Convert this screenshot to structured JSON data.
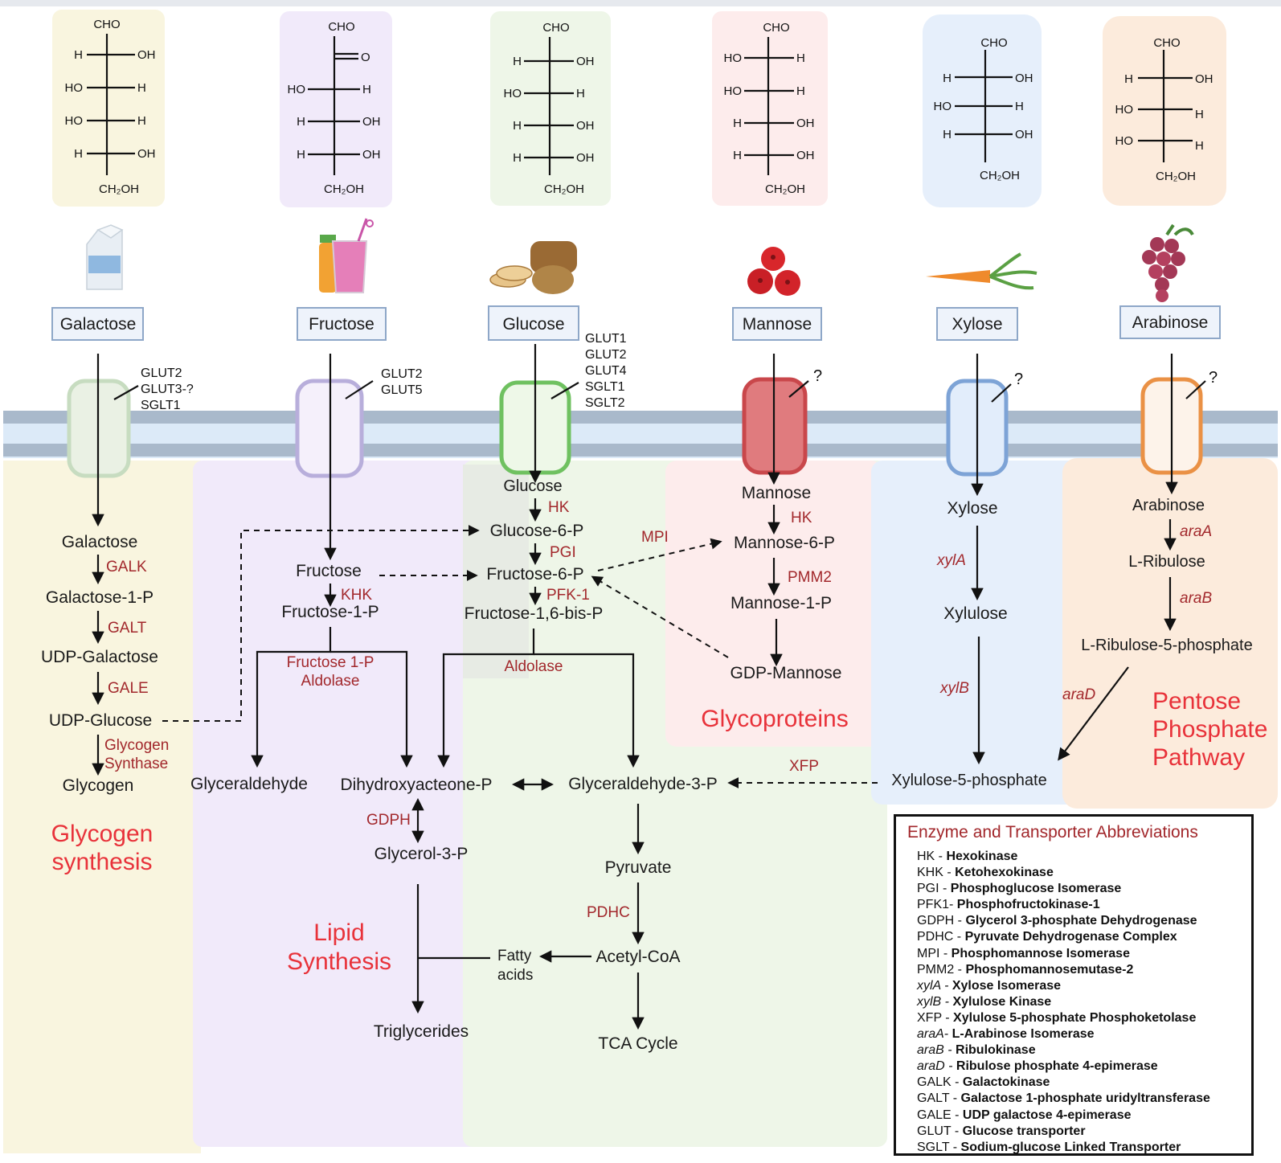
{
  "colors": {
    "galactose": "#f9f5df",
    "fructose": "#f1eafa",
    "glucose": "#eef6e8",
    "mannose": "#fdecec",
    "xylose": "#e6effb",
    "arabinose": "#fcebdc",
    "membrane": "#a9b9cb",
    "membrane_inner": "#dceaf8",
    "enzyme_text": "#a2282c",
    "pathway_title": "#e8323a"
  },
  "fischer": [
    {
      "top": "CHO",
      "rows": [
        [
          "H",
          "OH"
        ],
        [
          "HO",
          "H"
        ],
        [
          "HO",
          "H"
        ],
        [
          "H",
          "OH"
        ]
      ],
      "bottom": "CH₂OH"
    },
    {
      "top": "CHO",
      "ketone": "O",
      "rows": [
        [
          "HO",
          "H"
        ],
        [
          "H",
          "OH"
        ],
        [
          "H",
          "OH"
        ]
      ],
      "bottom": "CH₂OH"
    },
    {
      "top": "CHO",
      "rows": [
        [
          "H",
          "OH"
        ],
        [
          "HO",
          "H"
        ],
        [
          "H",
          "OH"
        ],
        [
          "H",
          "OH"
        ]
      ],
      "bottom": "CH₂OH"
    },
    {
      "top": "CHO",
      "rows": [
        [
          "HO",
          "H"
        ],
        [
          "HO",
          "H"
        ],
        [
          "H",
          "OH"
        ],
        [
          "H",
          "OH"
        ]
      ],
      "bottom": "CH₂OH"
    },
    {
      "top": "CHO",
      "rows": [
        [
          "H",
          "OH"
        ],
        [
          "HO",
          "H"
        ],
        [
          "H",
          "OH"
        ]
      ],
      "bottom": "CH₂OH"
    },
    {
      "top": "CHO",
      "rows": [
        [
          "H",
          "OH"
        ],
        [
          "HO",
          "H"
        ],
        [
          "HO",
          "H"
        ]
      ],
      "bottom": "CH₂OH"
    }
  ],
  "sugars": [
    "Galactose",
    "Fructose",
    "Glucose",
    "Mannose",
    "Xylose",
    "Arabinose"
  ],
  "food_icons": [
    "milk-carton-icon",
    "juice-icon",
    "bread-potato-icon",
    "cranberry-icon",
    "carrot-icon",
    "grape-icon"
  ],
  "transporters": {
    "galactose": [
      "GLUT2",
      "GLUT3-?",
      "SGLT1"
    ],
    "fructose": [
      "GLUT2",
      "GLUT5"
    ],
    "glucose": [
      "GLUT1",
      "GLUT2",
      "GLUT4",
      "SGLT1",
      "SGLT2"
    ],
    "unknown": "?"
  },
  "galactose_path": {
    "metabolites": [
      "Galactose",
      "Galactose-1-P",
      "UDP-Galactose",
      "UDP-Glucose",
      "Glycogen"
    ],
    "enzymes": [
      "GALK",
      "GALT",
      "GALE",
      "Glycogen",
      "Synthase"
    ],
    "title_line1": "Glycogen",
    "title_line2": "synthesis"
  },
  "fructose_path": {
    "metabolites": [
      "Fructose",
      "Fructose-1-P",
      "Glyceraldehyde"
    ],
    "enzymes": [
      "KHK",
      "Fructose 1-P",
      "Aldolase"
    ]
  },
  "glucose_path": {
    "metabolites": [
      "Glucose",
      "Glucose-6-P",
      "Fructose-6-P",
      "Fructose-1,6-bis-P"
    ],
    "enzymes": [
      "HK",
      "PGI",
      "PFK-1",
      "Aldolase"
    ]
  },
  "lipid_path": {
    "metabolites": [
      "Dihydroxyacteone-P",
      "Glycerol-3-P",
      "Triglycerides",
      "Fatty",
      "acids"
    ],
    "enzymes": [
      "GDPH"
    ],
    "title_line1": "Lipid",
    "title_line2": "Synthesis"
  },
  "glycolysis_path": {
    "metabolites": [
      "Glyceraldehyde-3-P",
      "Pyruvate",
      "Acetyl-CoA",
      "TCA Cycle"
    ],
    "enzymes": [
      "PDHC"
    ]
  },
  "mannose_path": {
    "metabolites": [
      "Mannose",
      "Mannose-6-P",
      "Mannose-1-P",
      "GDP-Mannose"
    ],
    "enzymes": [
      "HK",
      "PMM2",
      "MPI"
    ],
    "title": "Glycoproteins"
  },
  "xylose_path": {
    "metabolites": [
      "Xylose",
      "Xylulose",
      "Xylulose-5-phosphate"
    ],
    "enzymes": [
      "xylA",
      "xylB",
      "XFP"
    ]
  },
  "arabinose_path": {
    "metabolites": [
      "Arabinose",
      "L-Ribulose",
      "L-Ribulose-5-phosphate"
    ],
    "enzymes": [
      "araA",
      "araB",
      "araD"
    ],
    "title_line1": "Pentose",
    "title_line2": "Phosphate",
    "title_line3": "Pathway"
  },
  "legend": {
    "title": "Enzyme and Transporter Abbreviations",
    "entries": [
      {
        "abbr": "HK - ",
        "full": "Hexokinase"
      },
      {
        "abbr": "KHK - ",
        "full": "Ketohexokinase"
      },
      {
        "abbr": "PGI - ",
        "full": "Phosphoglucose Isomerase"
      },
      {
        "abbr": "PFK1- ",
        "full": "Phosphofructokinase-1"
      },
      {
        "abbr": "GDPH - ",
        "full": "Glycerol 3-phosphate Dehydrogenase"
      },
      {
        "abbr": "PDHC - ",
        "full": "Pyruvate Dehydrogenase Complex"
      },
      {
        "abbr": "MPI - ",
        "full": "Phosphomannose Isomerase"
      },
      {
        "abbr": "PMM2 - ",
        "full": "Phosphomannosemutase-2"
      },
      {
        "abbr": "xylA - ",
        "full": "Xylose Isomerase",
        "italic": true
      },
      {
        "abbr": "xylB - ",
        "full": "Xylulose Kinase",
        "italic": true
      },
      {
        "abbr": "XFP - ",
        "full": "Xylulose 5-phosphate Phosphoketolase"
      },
      {
        "abbr": "araA- ",
        "full": "L-Arabinose Isomerase",
        "italic": true
      },
      {
        "abbr": "araB - ",
        "full": "Ribulokinase",
        "italic": true
      },
      {
        "abbr": "araD - ",
        "full": "Ribulose phosphate 4-epimerase",
        "italic": true
      },
      {
        "abbr": "GALK - ",
        "full": "Galactokinase"
      },
      {
        "abbr": "GALT - ",
        "full": "Galactose 1-phosphate uridyltransferase"
      },
      {
        "abbr": "GALE - ",
        "full": "UDP galactose 4-epimerase"
      },
      {
        "abbr": "GLUT - ",
        "full": "Glucose transporter"
      },
      {
        "abbr": "SGLT - ",
        "full": "Sodium-glucose Linked Transporter"
      }
    ]
  }
}
